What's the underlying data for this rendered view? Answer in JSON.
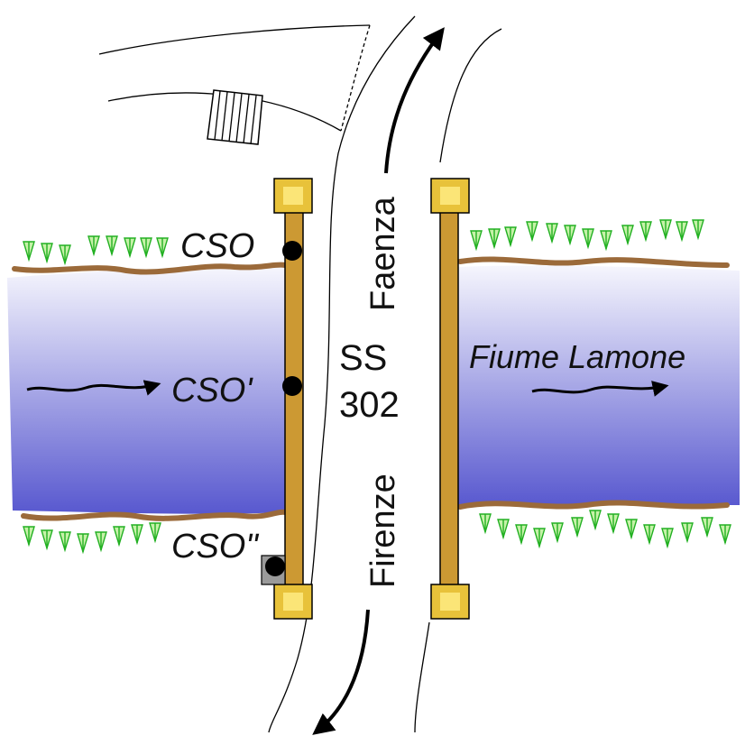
{
  "labels": {
    "cso_top": "CSO",
    "cso_mid": "CSO'",
    "cso_bottom": "CSO\"",
    "road_name_line1": "SS",
    "road_name_line2": "302",
    "direction_north": "Faenza",
    "direction_south": "Firenze",
    "river_name": "Fiume Lamone"
  },
  "colors": {
    "river_top": "#f4f4fc",
    "river_bottom": "#5b5bd0",
    "bank": "#9b6a3a",
    "grass": "#33cc33",
    "grass_fill": "#bff0a0",
    "beam": "#cc9933",
    "pier": "#f2d34a",
    "marker": "#000000"
  }
}
